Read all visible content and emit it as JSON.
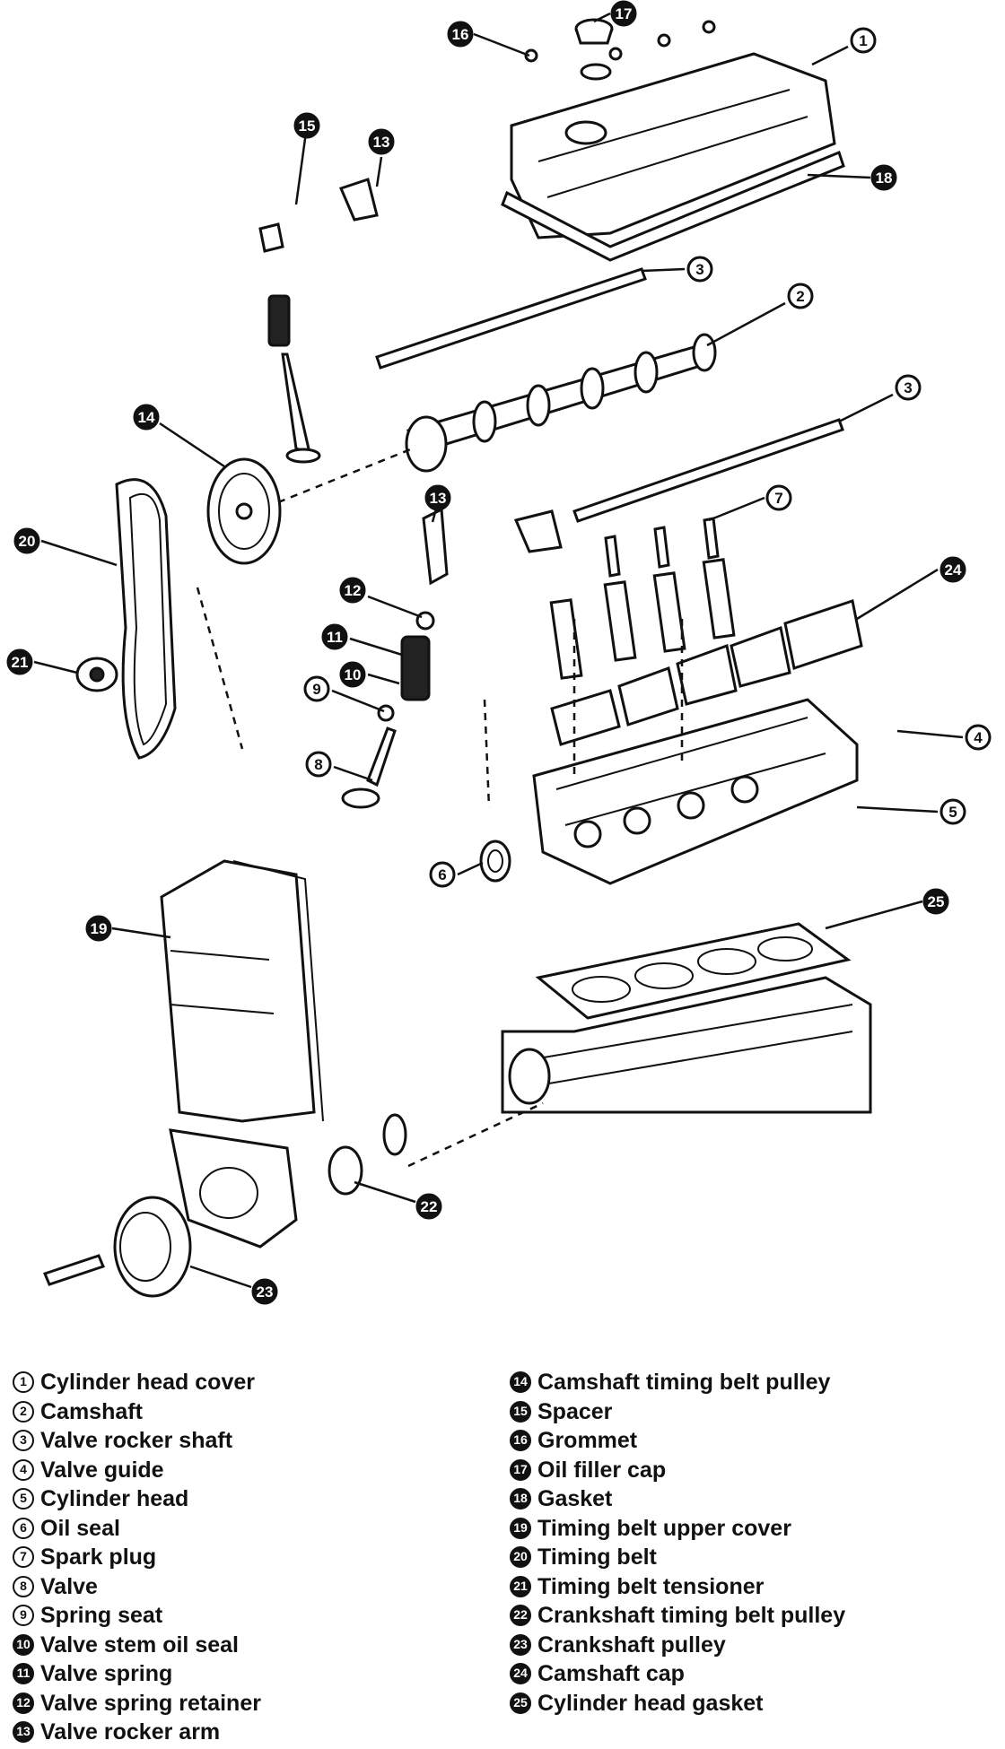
{
  "callouts": [
    {
      "n": "1",
      "filled": false
    },
    {
      "n": "2",
      "filled": false
    },
    {
      "n": "3",
      "filled": false
    },
    {
      "n": "3",
      "filled": false
    },
    {
      "n": "4",
      "filled": false
    },
    {
      "n": "5",
      "filled": false
    },
    {
      "n": "6",
      "filled": false
    },
    {
      "n": "7",
      "filled": false
    },
    {
      "n": "8",
      "filled": false
    },
    {
      "n": "9",
      "filled": false
    },
    {
      "n": "10",
      "filled": true
    },
    {
      "n": "11",
      "filled": true
    },
    {
      "n": "12",
      "filled": true
    },
    {
      "n": "13",
      "filled": true
    },
    {
      "n": "13",
      "filled": true
    },
    {
      "n": "14",
      "filled": true
    },
    {
      "n": "15",
      "filled": true
    },
    {
      "n": "16",
      "filled": true
    },
    {
      "n": "17",
      "filled": true
    },
    {
      "n": "18",
      "filled": true
    },
    {
      "n": "19",
      "filled": true
    },
    {
      "n": "20",
      "filled": true
    },
    {
      "n": "21",
      "filled": true
    },
    {
      "n": "22",
      "filled": true
    },
    {
      "n": "23",
      "filled": true
    },
    {
      "n": "24",
      "filled": true
    },
    {
      "n": "25",
      "filled": true
    }
  ],
  "legend": {
    "left": [
      {
        "n": "1",
        "filled": false,
        "label": "Cylinder head cover"
      },
      {
        "n": "2",
        "filled": false,
        "label": "Camshaft"
      },
      {
        "n": "3",
        "filled": false,
        "label": "Valve rocker shaft"
      },
      {
        "n": "4",
        "filled": false,
        "label": "Valve guide"
      },
      {
        "n": "5",
        "filled": false,
        "label": "Cylinder head"
      },
      {
        "n": "6",
        "filled": false,
        "label": "Oil seal"
      },
      {
        "n": "7",
        "filled": false,
        "label": "Spark plug"
      },
      {
        "n": "8",
        "filled": false,
        "label": "Valve"
      },
      {
        "n": "9",
        "filled": false,
        "label": "Spring seat"
      },
      {
        "n": "10",
        "filled": true,
        "label": "Valve stem oil seal"
      },
      {
        "n": "11",
        "filled": true,
        "label": "Valve spring"
      },
      {
        "n": "12",
        "filled": true,
        "label": "Valve spring retainer"
      },
      {
        "n": "13",
        "filled": true,
        "label": "Valve rocker arm"
      }
    ],
    "right": [
      {
        "n": "14",
        "filled": true,
        "label": "Camshaft timing belt pulley"
      },
      {
        "n": "15",
        "filled": true,
        "label": "Spacer"
      },
      {
        "n": "16",
        "filled": true,
        "label": "Grommet"
      },
      {
        "n": "17",
        "filled": true,
        "label": "Oil filler cap"
      },
      {
        "n": "18",
        "filled": true,
        "label": "Gasket"
      },
      {
        "n": "19",
        "filled": true,
        "label": "Timing belt upper cover"
      },
      {
        "n": "20",
        "filled": true,
        "label": "Timing belt"
      },
      {
        "n": "21",
        "filled": true,
        "label": "Timing belt tensioner"
      },
      {
        "n": "22",
        "filled": true,
        "label": "Crankshaft timing belt pulley"
      },
      {
        "n": "23",
        "filled": true,
        "label": "Crankshaft pulley"
      },
      {
        "n": "24",
        "filled": true,
        "label": "Camshaft cap"
      },
      {
        "n": "25",
        "filled": true,
        "label": "Cylinder head gasket"
      }
    ]
  }
}
